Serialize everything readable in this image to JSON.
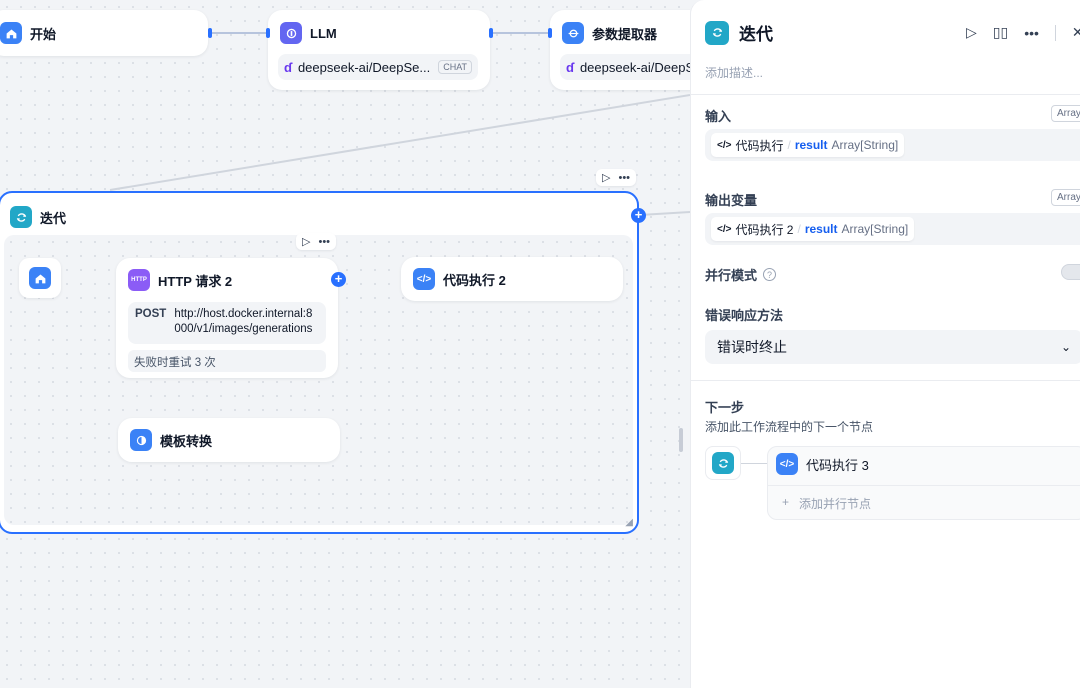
{
  "nodes": {
    "start": {
      "title": "开始"
    },
    "llm": {
      "title": "LLM",
      "model": "deepseek-ai/DeepSe...",
      "mode": "CHAT"
    },
    "param": {
      "title": "参数提取器",
      "model": "deepseek-ai/DeepSe"
    },
    "iteration": {
      "title": "迭代"
    },
    "http": {
      "title": "HTTP 请求 2",
      "method": "POST",
      "url_line1": "http://host.docker.internal:8",
      "url_line2": "000/v1/images/generations",
      "retry": "失败时重试 3 次",
      "icon_text": "HTTP"
    },
    "code2": {
      "title": "代码执行 2"
    },
    "template": {
      "title": "模板转换"
    }
  },
  "panel": {
    "title": "迭代",
    "description_placeholder": "添加描述...",
    "input_label": "输入",
    "input_type": "Array",
    "input_source": "代码执行",
    "input_var": "result",
    "input_var_type": "Array[String]",
    "output_label": "输出变量",
    "output_type": "Array",
    "output_source": "代码执行 2",
    "output_var": "result",
    "output_var_type": "Array[String]",
    "parallel_label": "并行模式",
    "parallel_enabled": false,
    "error_label": "错误响应方法",
    "error_value": "错误时终止",
    "next_label": "下一步",
    "next_desc": "添加此工作流程中的下一个节点",
    "next_node": "代码执行 3",
    "add_parallel": "添加并行节点"
  },
  "colors": {
    "accent": "#2970ff",
    "canvas_bg": "#f2f4f7"
  }
}
